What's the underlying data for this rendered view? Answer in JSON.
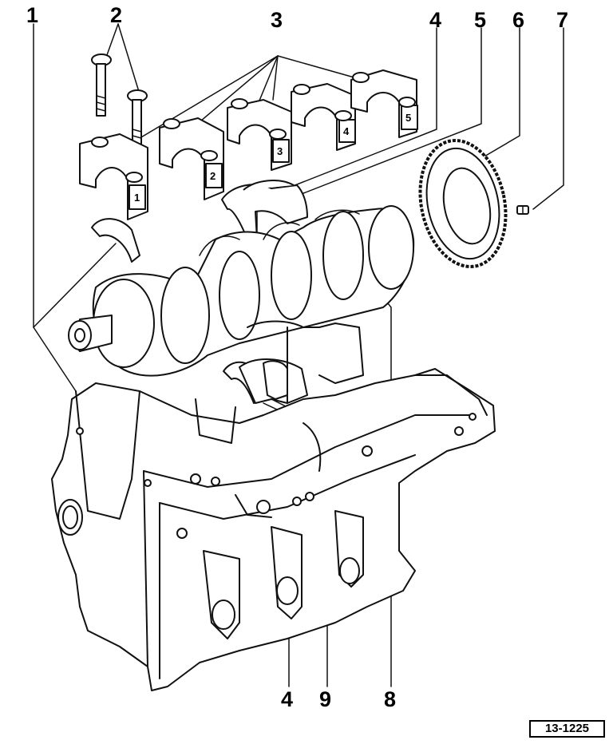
{
  "callouts": {
    "c1": "1",
    "c2": "2",
    "c3": "3",
    "c4_top": "4",
    "c5": "5",
    "c6": "6",
    "c7": "7",
    "c4_bottom": "4",
    "c9": "9",
    "c8": "8"
  },
  "bearing_cap_numbers": [
    "1",
    "2",
    "3",
    "4",
    "5"
  ],
  "reference": "13-1225"
}
